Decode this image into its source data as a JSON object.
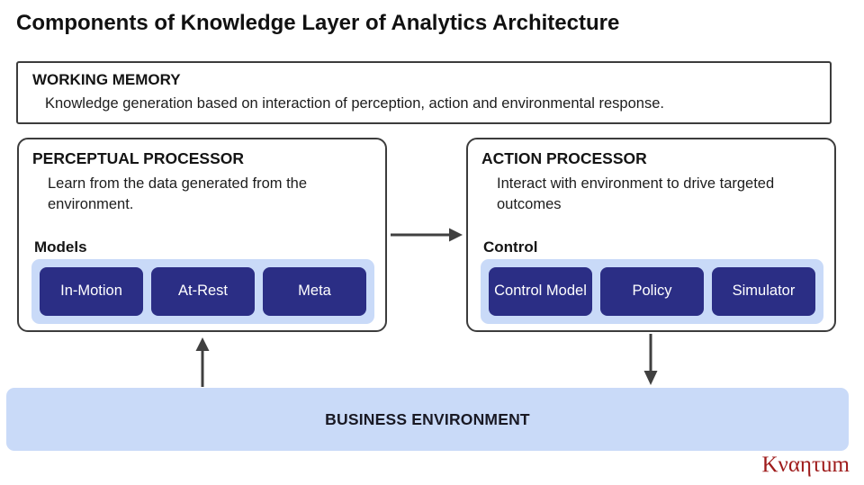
{
  "title": "Components of Knowledge Layer of Analytics Architecture",
  "working_memory": {
    "heading": "WORKING MEMORY",
    "description": "Knowledge generation based on interaction of perception, action and environmental response."
  },
  "perceptual_processor": {
    "heading": "PERCEPTUAL PROCESSOR",
    "description": "Learn from the data generated from the environment.",
    "group_label": "Models",
    "items": [
      {
        "label": "In-Motion"
      },
      {
        "label": "At-Rest"
      },
      {
        "label": "Meta"
      }
    ]
  },
  "action_processor": {
    "heading": "ACTION PROCESSOR",
    "description": "Interact with environment to drive targeted outcomes",
    "group_label": "Control",
    "items": [
      {
        "label": "Control Model"
      },
      {
        "label": "Policy"
      },
      {
        "label": "Simulator"
      }
    ]
  },
  "business_environment": {
    "label": "BUSINESS ENVIRONMENT"
  },
  "logo": {
    "text": "Κναητum"
  },
  "arrows": [
    {
      "name": "perceptual-to-action",
      "direction": "right"
    },
    {
      "name": "environment-to-perceptual",
      "direction": "up"
    },
    {
      "name": "action-to-environment",
      "direction": "down"
    }
  ],
  "colors": {
    "chip_navy": "#2b2e85",
    "panel_light_blue": "#c9daf8",
    "box_border": "#3c3c3c",
    "arrow": "#404040",
    "logo_red": "#9e1b1b"
  }
}
